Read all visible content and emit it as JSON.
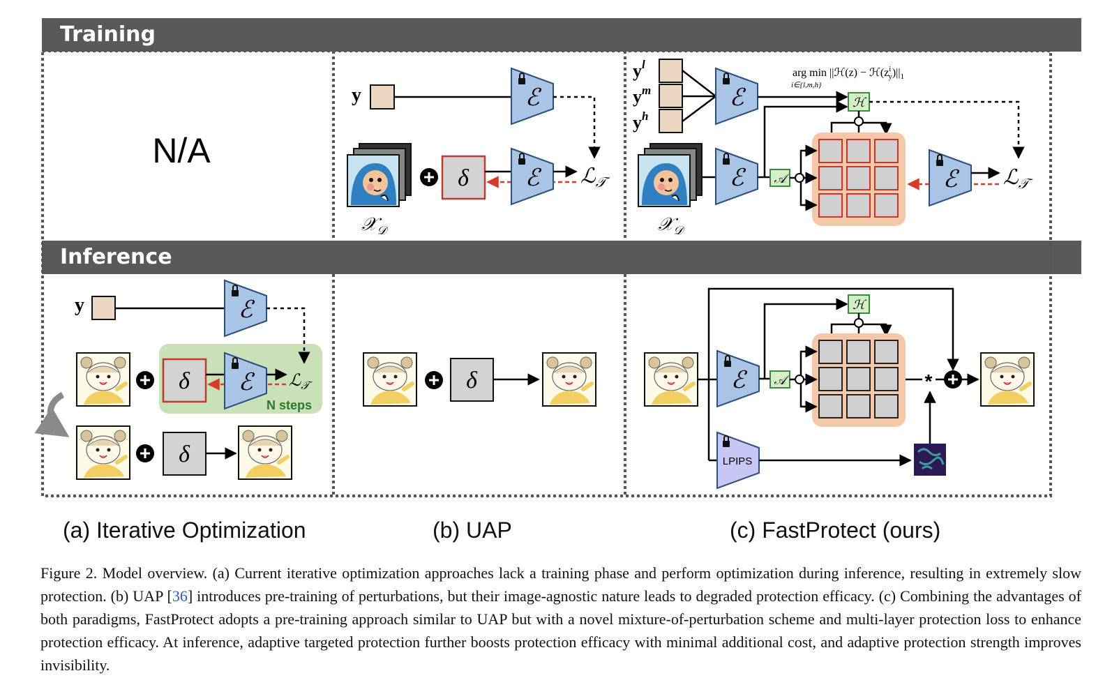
{
  "headers": {
    "training": "Training",
    "inference": "Inference"
  },
  "na_text": "N/A",
  "symbols": {
    "y": "y",
    "y_l": "y",
    "y_l_sup": "l",
    "y_m": "y",
    "y_m_sup": "m",
    "y_h": "y",
    "y_h_sup": "h",
    "encoder": "ℰ",
    "loss": "ℒ",
    "loss_sub": "𝒯",
    "delta": "δ",
    "dataset": "𝒳",
    "dataset_sub": "𝒟",
    "adapter": "𝒜",
    "hyper": "ℋ",
    "lpips": "LPIPS",
    "n_steps": "N steps",
    "argmin_main": "arg min ||ℋ(z) − ℋ(z",
    "argmin_tail": "y",
    "argmin_sup": "i",
    "argmin_close": ")||",
    "argmin_norm": "1",
    "argmin_sub": "i∈{l,m,h}",
    "star": "*"
  },
  "subfigure_labels": {
    "a": "(a) Iterative Optimization",
    "b": "(b) UAP",
    "c": "(c) FastProtect (ours)"
  },
  "caption": {
    "part1": "Figure 2. Model overview. (a) Current iterative optimization approaches lack a training phase and perform optimization during inference, resulting in extremely slow protection. (b) UAP [",
    "ref": "36",
    "part2": "] introduces pre-training of perturbations, but their image-agnostic nature leads to degraded protection efficacy. (c) Combining the advantages of both paradigms, FastProtect adopts a pre-training approach similar to UAP but with a novel mixture-of-perturbation scheme and multi-layer protection loss to enhance protection efficacy. At inference, adaptive targeted protection further boosts protection efficacy with minimal additional cost, and adaptive protection strength improves invisibility."
  },
  "colors": {
    "header_bar": "#595959",
    "encoder_fill": "#a9c4e4",
    "encoder_stroke": "#2c4f7c",
    "lpips_fill": "#c8c6f2",
    "label_box": "#ecd8c2",
    "delta_fill": "#d3d3d3",
    "delta_border_red": "#c0392b",
    "perturb_grid_bg": "#f4c8a8",
    "perturb_cell": "#cfcfcf",
    "small_box_fill": "#d5efc9",
    "small_box_stroke": "#3a8a3a",
    "nsteps_bg": "#c9e0b8",
    "nsteps_text": "#2b7a2b",
    "red_arrow": "#d63a2a",
    "citation": "#2a5db0"
  }
}
